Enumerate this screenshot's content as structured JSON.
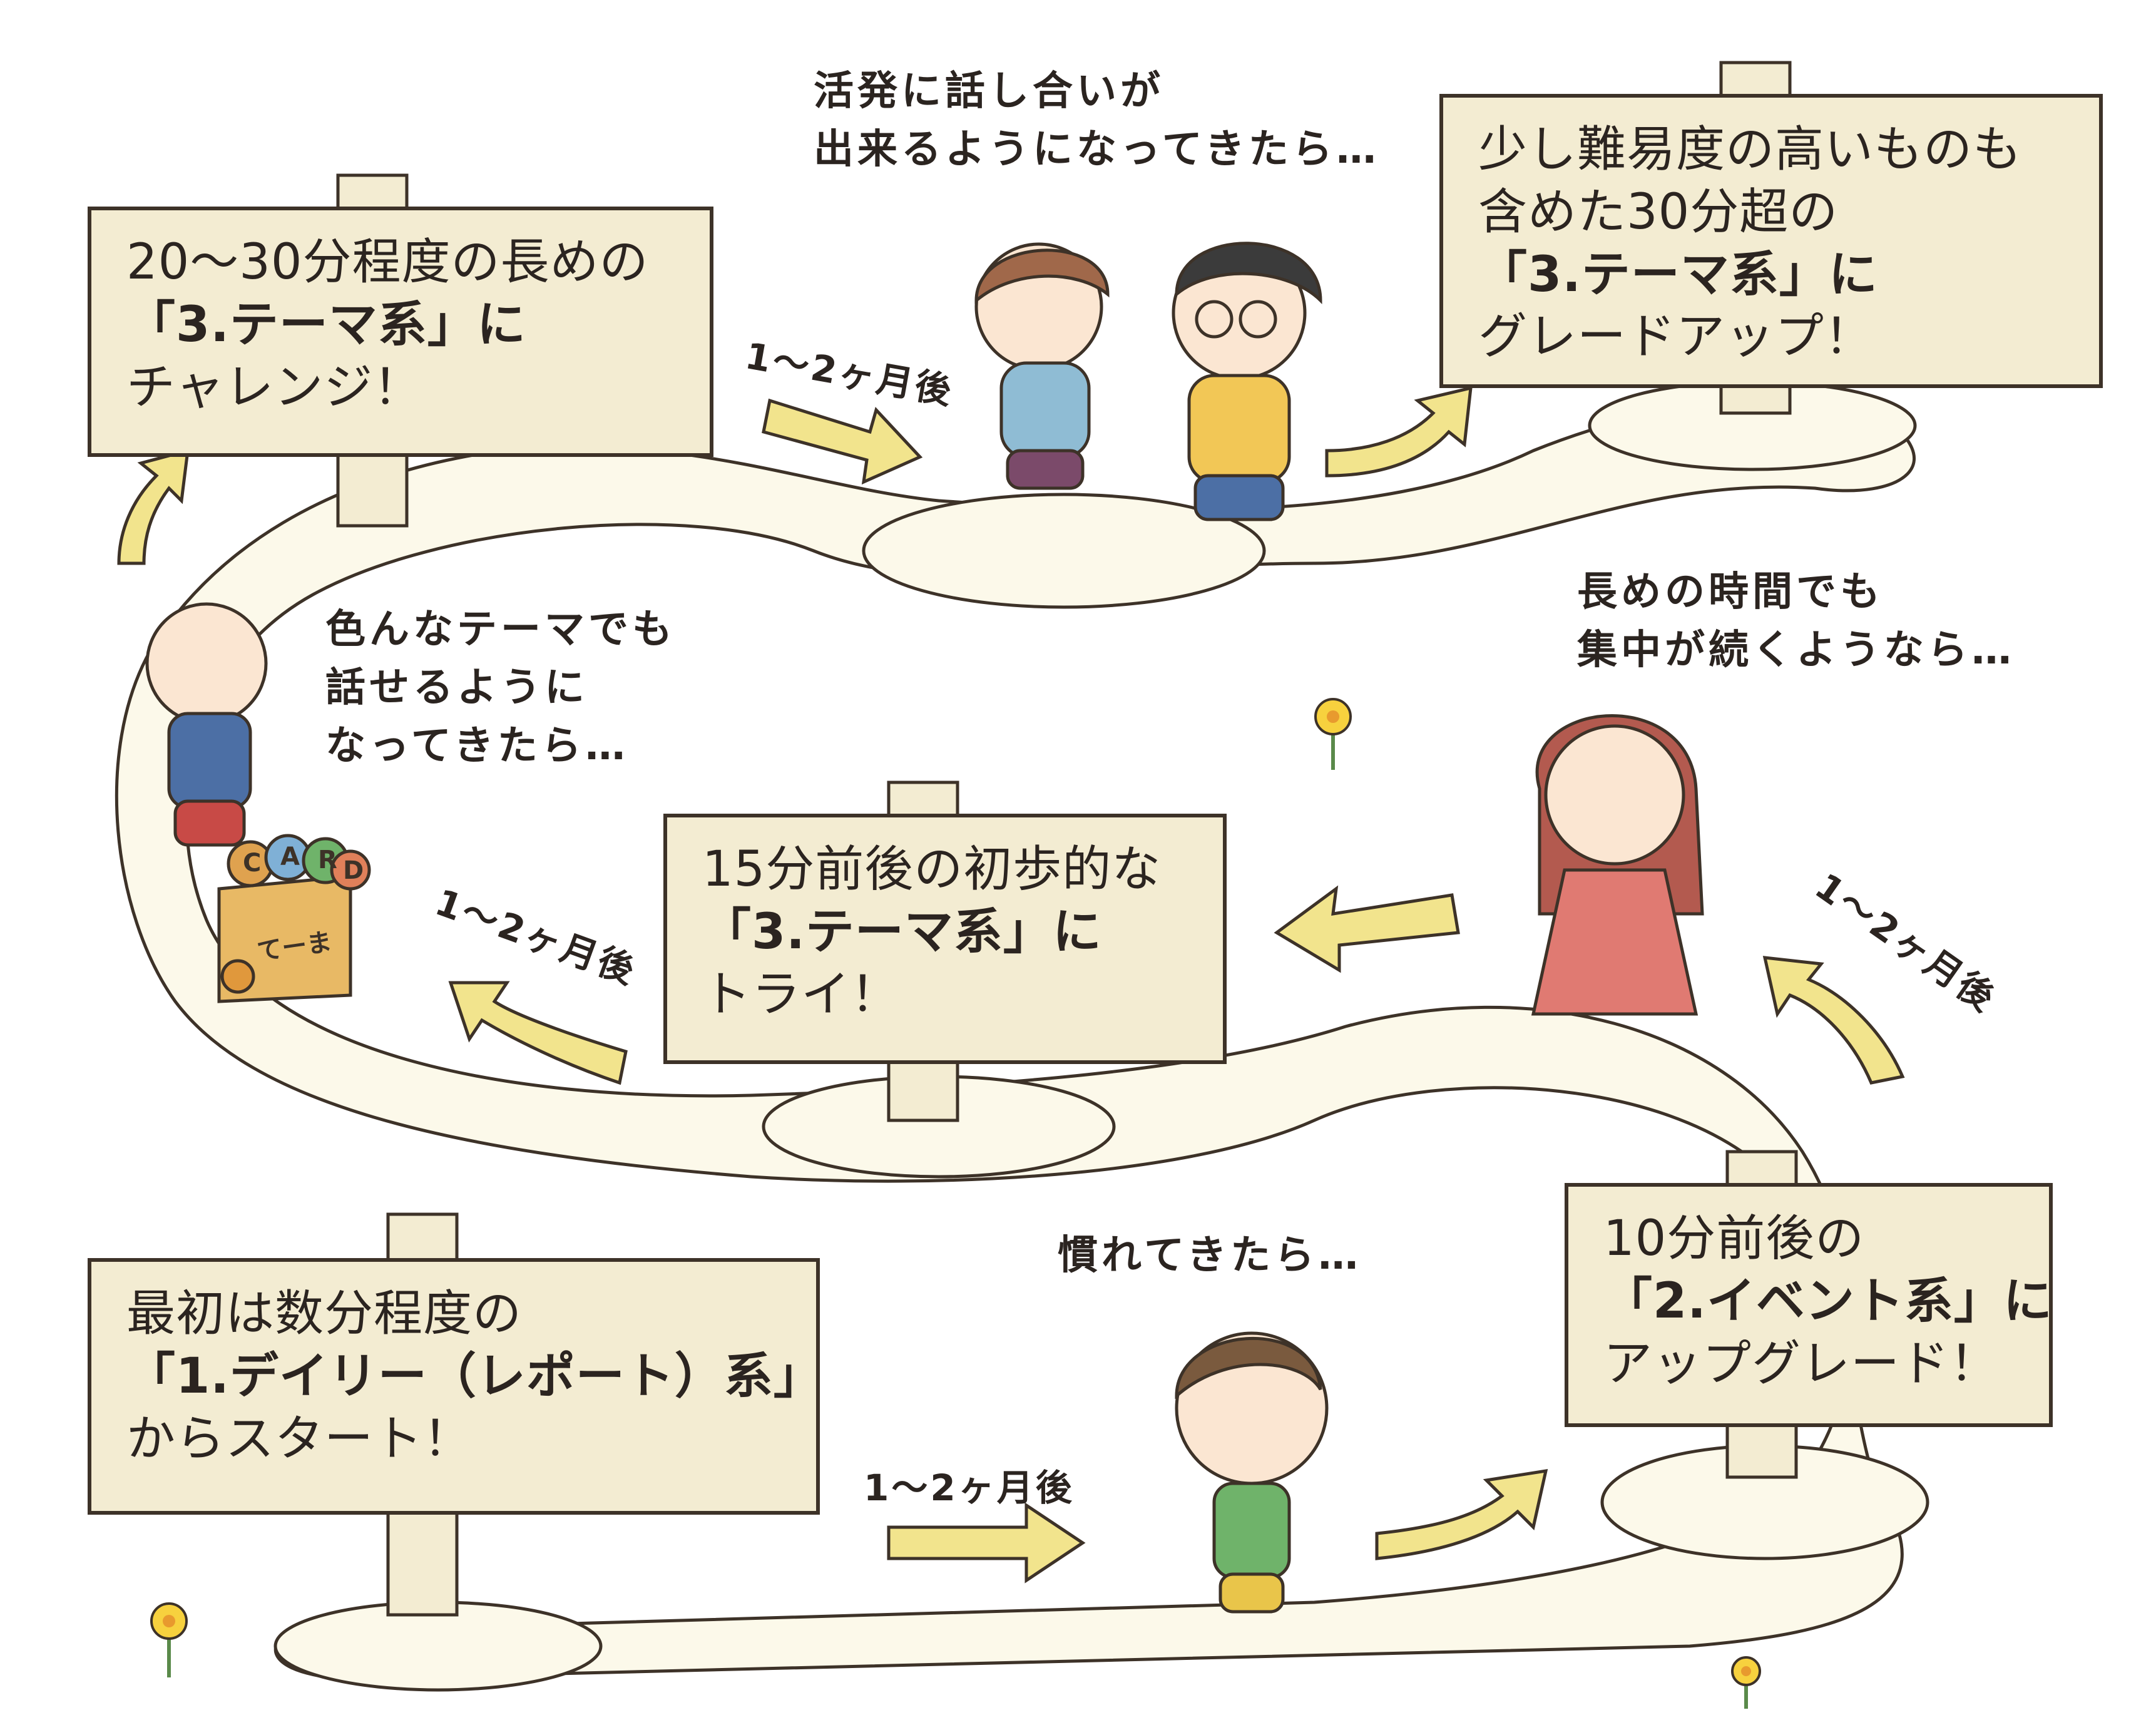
{
  "signs": {
    "start": {
      "line1": "最初は数分程度の",
      "line2": "「1.デイリー（レポート）系」",
      "line3": "からスタート！"
    },
    "event": {
      "line1": "10分前後の",
      "line2": "「2.イベント系」に",
      "line3": "アップグレード！"
    },
    "theme_intro": {
      "line1": "15分前後の初歩的な",
      "line2": "「3.テーマ系」に",
      "line3": "トライ！"
    },
    "theme_long": {
      "line1": "20〜30分程度の長めの",
      "line2": "「3.テーマ系」に",
      "line3": "チャレンジ！"
    },
    "theme_advanced": {
      "line1": "少し難易度の高いものも",
      "line2": "含めた30分超の",
      "line3": "「3.テーマ系」に",
      "line4": "グレードアップ！"
    }
  },
  "notes": {
    "used_to": "慣れてきたら…",
    "focus": {
      "line1": "長めの時間でも",
      "line2": "集中が続くようなら…"
    },
    "various_themes": {
      "line1": "色んなテーマでも",
      "line2": "話せるように",
      "line3": "なってきたら…"
    },
    "lively": {
      "line1": "活発に話し合いが",
      "line2": "出来るようになってきたら…"
    }
  },
  "arrow_labels": {
    "bottom": "1〜2ヶ月後",
    "right_up": "1〜2ヶ月後",
    "middle_left": "1〜2ヶ月後",
    "top": "1〜2ヶ月後"
  },
  "card_box": {
    "label": "てーま",
    "card_letters": [
      "C",
      "A",
      "R",
      "D"
    ]
  },
  "colors": {
    "path": "#fcf9ea",
    "sign": "#f3ecd2",
    "outline": "#3d3228",
    "arrow": "#f2e48d",
    "flower": "#f7d13e"
  }
}
